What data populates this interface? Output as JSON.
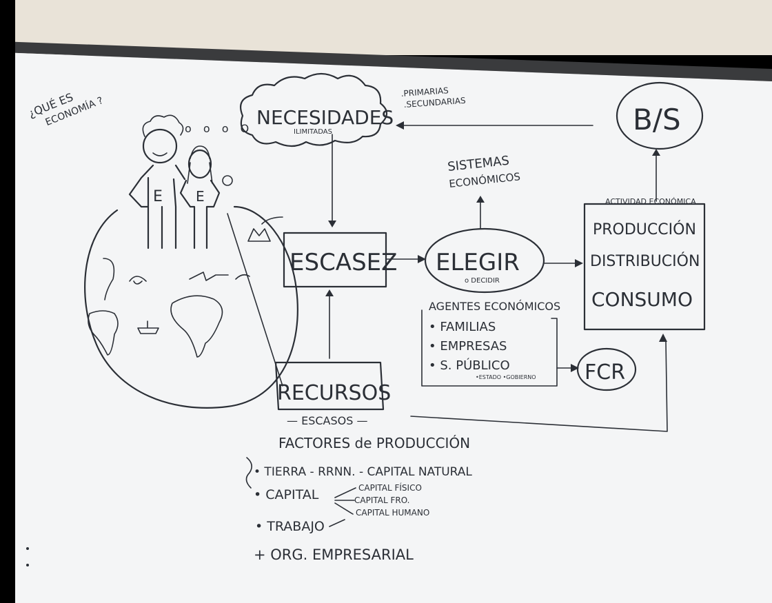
{
  "colors": {
    "wall": "#e9e3d8",
    "board": "#f4f5f6",
    "frame": "#3a3b3d",
    "ink": "#2b2f36",
    "shadow": "#000000"
  },
  "question": {
    "line1": "¿QUÉ ES",
    "line2": "ECONOMÍA ?"
  },
  "people": {
    "label_left": "E",
    "label_right": "E",
    "thought_dots": "o o o O"
  },
  "needs": {
    "title": "NECESIDADES",
    "subtitle": "ILIMITADAS",
    "types": [
      ".PRIMARIAS",
      ".SECUNDARIAS"
    ]
  },
  "goods": {
    "label": "B/S"
  },
  "scarcity": {
    "label": "ESCASEZ"
  },
  "choose": {
    "label": "ELEGIR",
    "sub": "o DECIDIR"
  },
  "systems": {
    "line1": "SISTEMAS",
    "line2": "ECONÓMICOS"
  },
  "activity": {
    "header": "ACTIVIDAD ECONÓMICA",
    "items": [
      "PRODUCCIÓN",
      "DISTRIBUCIÓN",
      "CONSUMO"
    ]
  },
  "agents": {
    "title": "AGENTES ECONÓMICOS",
    "items": [
      "• FAMILIAS",
      "• EMPRESAS",
      "• S. PÚBLICO"
    ],
    "public_sub": "•ESTADO •GOBIERNO",
    "fcr": "FCR"
  },
  "resources": {
    "label": "RECURSOS",
    "sub": "— ESCASOS —"
  },
  "factors": {
    "title": "FACTORES de PRODUCCIÓN",
    "items": [
      "• TIERRA - RRNN. - CAPITAL NATURAL",
      "• CAPITAL",
      "• TRABAJO"
    ],
    "capital_types": [
      "CAPITAL FÍSICO",
      "CAPITAL FRO.",
      "CAPITAL HUMANO"
    ],
    "extra": "+ ORG. EMPRESARIAL"
  }
}
